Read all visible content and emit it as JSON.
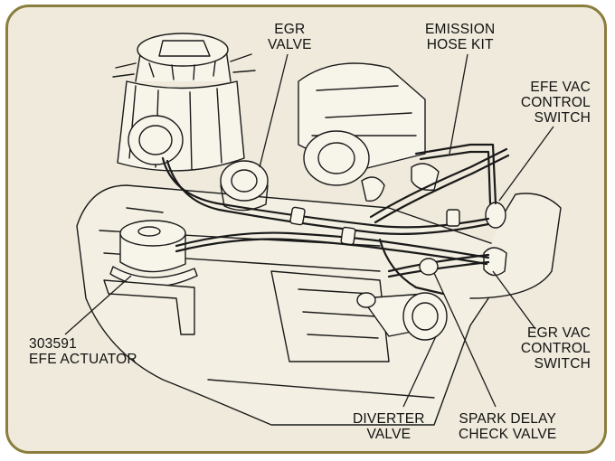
{
  "labels": {
    "egr_valve": [
      "EGR",
      "VALVE"
    ],
    "emission_hose_kit": [
      "EMISSION",
      "HOSE KIT"
    ],
    "efe_vac_control_switch": [
      "EFE VAC",
      "CONTROL",
      "SWITCH"
    ],
    "efe_actuator": [
      "303591",
      "EFE ACTUATOR"
    ],
    "egr_vac_control_switch": [
      "EGR VAC",
      "CONTROL",
      "SWITCH"
    ],
    "diverter_valve": [
      "DIVERTER",
      "VALVE"
    ],
    "spark_delay_check_valve": [
      "SPARK DELAY",
      "CHECK VALVE"
    ]
  },
  "colors": {
    "background": "#efeadb",
    "border": "#8a7d3e",
    "line": "#1a1a1a",
    "part_fill": "#f7f4ea"
  }
}
